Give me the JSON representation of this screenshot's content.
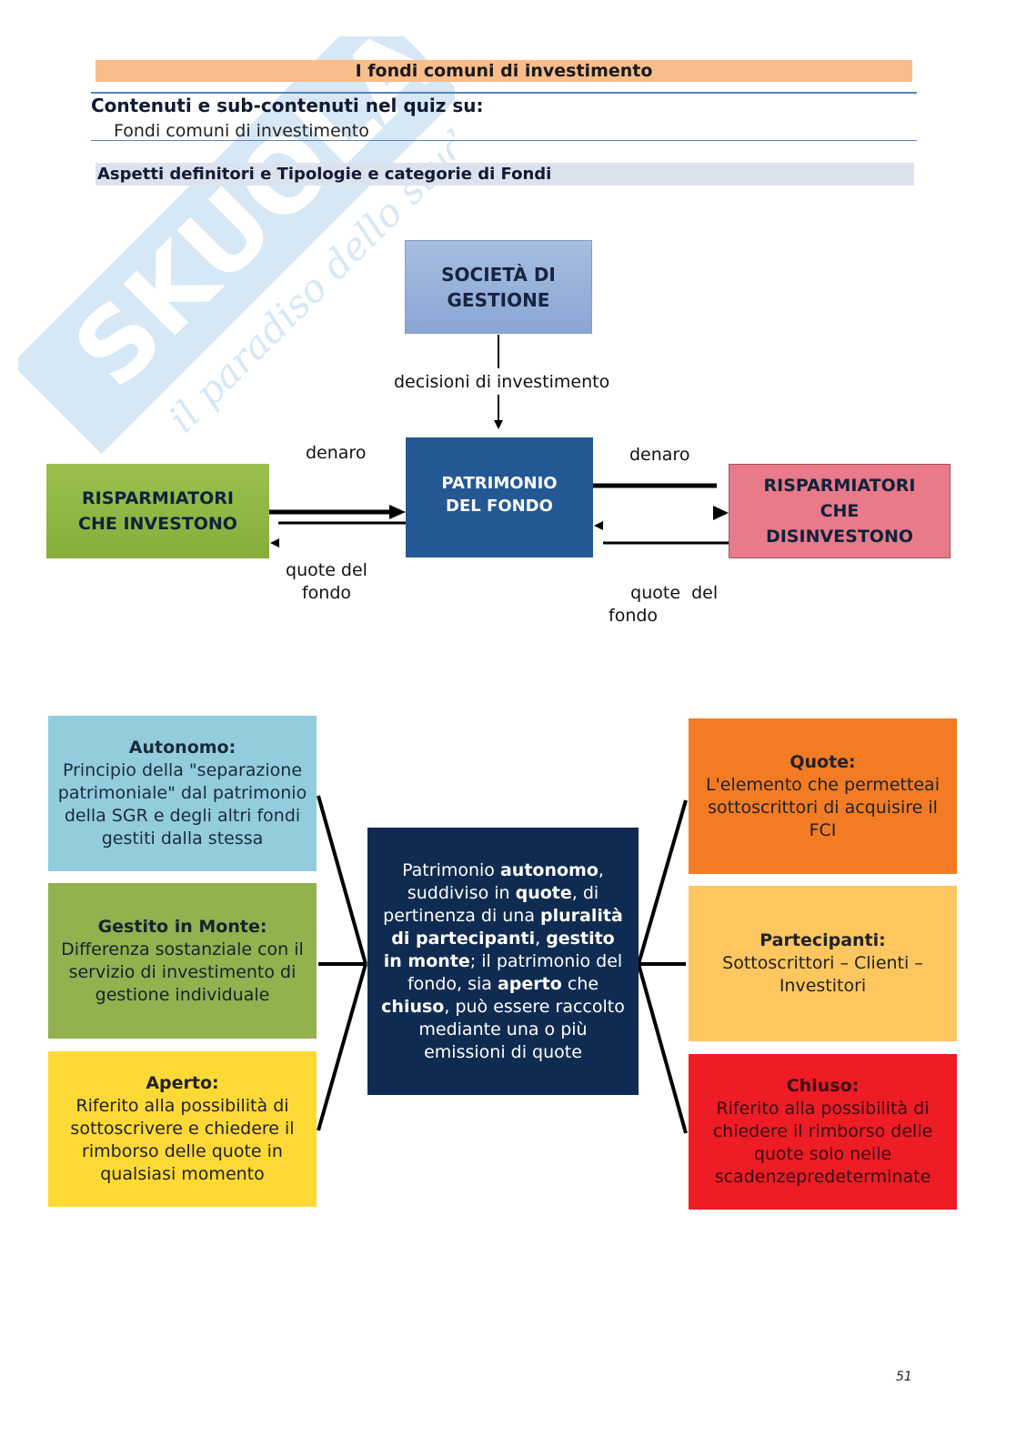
{
  "header": {
    "title": "I fondi comuni di investimento"
  },
  "contents": {
    "title": "Contenuti e sub-contenuti nel quiz su:",
    "item": "Fondi comuni di investimento"
  },
  "section": {
    "title": "Aspetti definitori e Tipologie e categorie di Fondi"
  },
  "watermark": {
    "brand": "SKUOLA.NET",
    "tagline": "il paradiso dello studente"
  },
  "flow_diagram": {
    "nodes": {
      "societa": [
        "SOCIETÀ DI",
        "GESTIONE"
      ],
      "patrimonio": [
        "PATRIMONIO",
        "DEL FONDO"
      ],
      "investono": [
        "RISPARMIATORI",
        "CHE INVESTONO"
      ],
      "disinvestono": [
        "RISPARMIATORI",
        "CHE",
        "DISINVESTONO"
      ]
    },
    "labels": {
      "decisioni": "decisioni di investimento",
      "denaro_left": "denaro",
      "denaro_right": "denaro",
      "quote_left": [
        "quote del",
        "fondo"
      ],
      "quote_right": [
        "quote  del",
        "fondo"
      ]
    },
    "colors": {
      "societa": "#98b2dc",
      "patrimonio": "#245895",
      "investono": "#92b84a",
      "disinvestono": "#e87a8a"
    }
  },
  "concept_map": {
    "center": {
      "segments": [
        {
          "t": "Patrimonio ",
          "b": false
        },
        {
          "t": "autonomo",
          "b": true
        },
        {
          "t": ", suddiviso in ",
          "b": false
        },
        {
          "t": "quote",
          "b": true
        },
        {
          "t": ", di pertinenza di una ",
          "b": false
        },
        {
          "t": "pluralità di partecipanti",
          "b": true
        },
        {
          "t": ", ",
          "b": false
        },
        {
          "t": "gestito in monte",
          "b": true
        },
        {
          "t": "; il patrimonio del fondo, sia ",
          "b": false
        },
        {
          "t": "aperto",
          "b": true
        },
        {
          "t": " che ",
          "b": false
        },
        {
          "t": "chiuso",
          "b": true
        },
        {
          "t": ", può essere raccolto mediante una o più emissioni di quote",
          "b": false
        }
      ]
    },
    "left": [
      {
        "title": "Autonomo:",
        "text": "Principio della \"separazione patrimoniale\" dal patrimonio della SGR e degli altri fondi gestiti dalla stessa",
        "color": "#93cddd"
      },
      {
        "title": "Gestito in Monte:",
        "text": "Differenza sostanziale con il servizio di investimento di gestione individuale",
        "color": "#92b14f"
      },
      {
        "title": "Aperto:",
        "text": "Riferito alla possibilità di sottoscrivere e chiedere il rimborso delle quote in qualsiasi momento",
        "color": "#fdd935"
      }
    ],
    "right": [
      {
        "title": "Quote:",
        "text": "L'elemento che permetteai sottoscrittori di acquisire il FCI",
        "color": "#f37b23"
      },
      {
        "title": "Partecipanti:",
        "text": "Sottoscrittori – Clienti – Investitori",
        "color": "#fdc65f"
      },
      {
        "title": "Chiuso:",
        "text": "Riferito alla possibilità di chiedere il rimborso delle quote solo nelle scadenzepredeterminate",
        "color": "#ee1c25"
      }
    ]
  },
  "page_number": "51"
}
